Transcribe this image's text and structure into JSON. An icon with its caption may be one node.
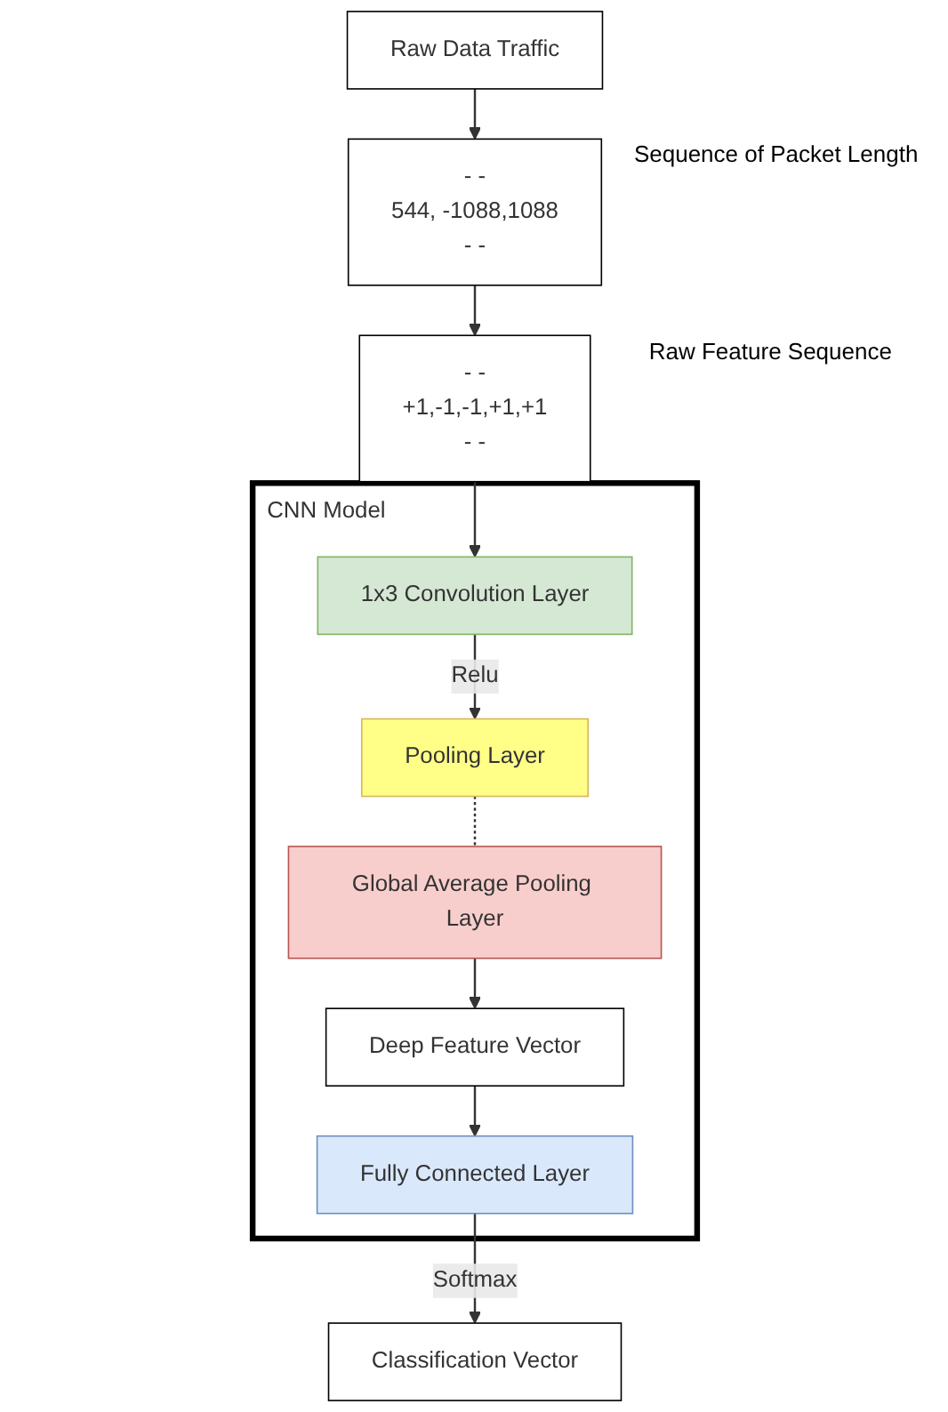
{
  "diagram": {
    "nodes": [
      {
        "text": [
          "Raw Data Traffic"
        ]
      },
      {
        "text": [
          "- -",
          "544, -1088,1088",
          "- -"
        ],
        "beside": [
          "Sequence of Packet Length"
        ]
      },
      {
        "text": [
          "- -",
          "+1,-1,-1,+1,+1",
          "- -"
        ],
        "beside": [
          "Raw Feature Sequence"
        ]
      },
      {
        "text": [
          "CNN Model"
        ]
      },
      {
        "text": [
          "1x3 Convolution Layer"
        ],
        "in": 3
      },
      {
        "text": [
          "Pooling Layer"
        ],
        "in": 3
      },
      {
        "text": [
          "Global Average Pooling Layer"
        ],
        "in": 3
      },
      {
        "text": [
          "Deep Feature Vector"
        ],
        "in": 3
      },
      {
        "text": [
          "Fully Connected Layer"
        ],
        "in": 3
      },
      {
        "text": [
          "Classification Vector"
        ]
      }
    ],
    "edges": [
      {
        "from": 0,
        "to": 1,
        "arrow": "to"
      },
      {
        "from": 1,
        "to": 2,
        "arrow": "to"
      },
      {
        "from": 2,
        "to": 4,
        "arrow": "to"
      },
      {
        "from": 4,
        "to": 5,
        "arrow": "to",
        "label": "Relu"
      },
      {
        "from": 5,
        "to": 6,
        "arrow": "none",
        "style": "dashed"
      },
      {
        "from": 6,
        "to": 7,
        "arrow": "to"
      },
      {
        "from": 7,
        "to": 8,
        "arrow": "to"
      },
      {
        "from": 8,
        "to": 9,
        "arrow": "to",
        "label": "Softmax"
      }
    ]
  }
}
